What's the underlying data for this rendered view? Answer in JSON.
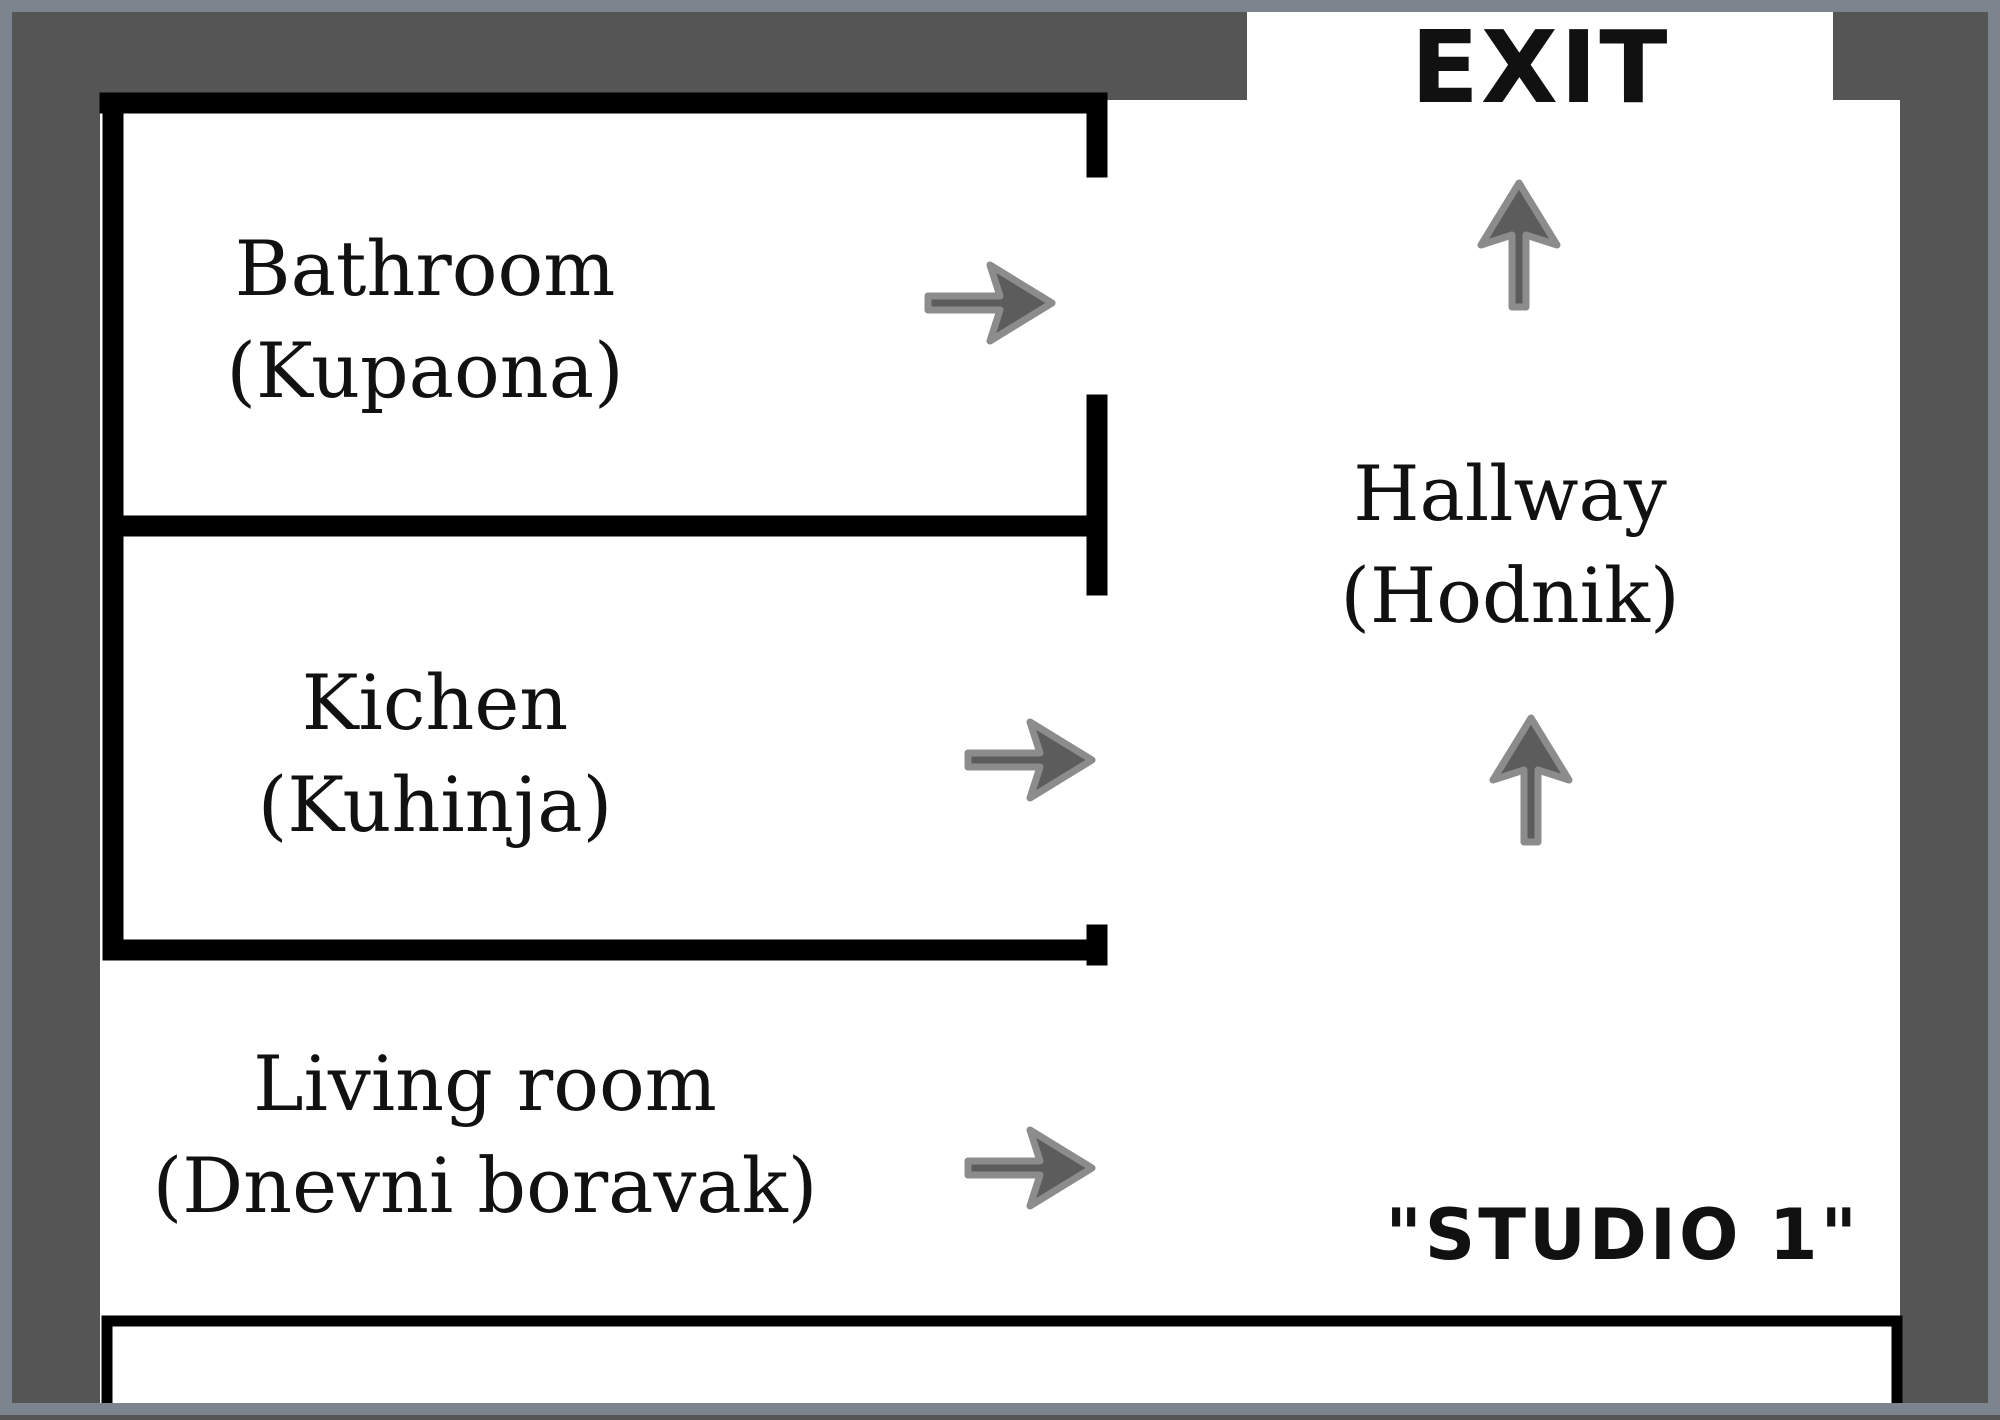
{
  "exit_sign": {
    "label": "EXIT"
  },
  "rooms": {
    "bathroom": {
      "name": "Bathroom",
      "local_name": "(Kupaona)"
    },
    "kitchen": {
      "name": "Kichen",
      "local_name": "(Kuhinja)"
    },
    "living_room": {
      "name": "Living room",
      "local_name": "(Dnevni boravak)"
    },
    "hallway": {
      "name": "Hallway",
      "local_name": "(Hodnik)"
    }
  },
  "unit_label": "\"STUDIO 1\"",
  "colors": {
    "background": "#555555",
    "outer_frame": "#7c858e",
    "floor": "#ffffff",
    "wall": "#000000",
    "arrow_fill": "#5c5c5c",
    "arrow_outline": "#8c8c8c"
  },
  "evacuation_arrows": [
    {
      "from": "bathroom",
      "direction": "right"
    },
    {
      "from": "kitchen",
      "direction": "right"
    },
    {
      "from": "living_room",
      "direction": "right"
    },
    {
      "from": "hallway",
      "direction": "up"
    },
    {
      "from": "hallway",
      "direction": "up"
    }
  ]
}
